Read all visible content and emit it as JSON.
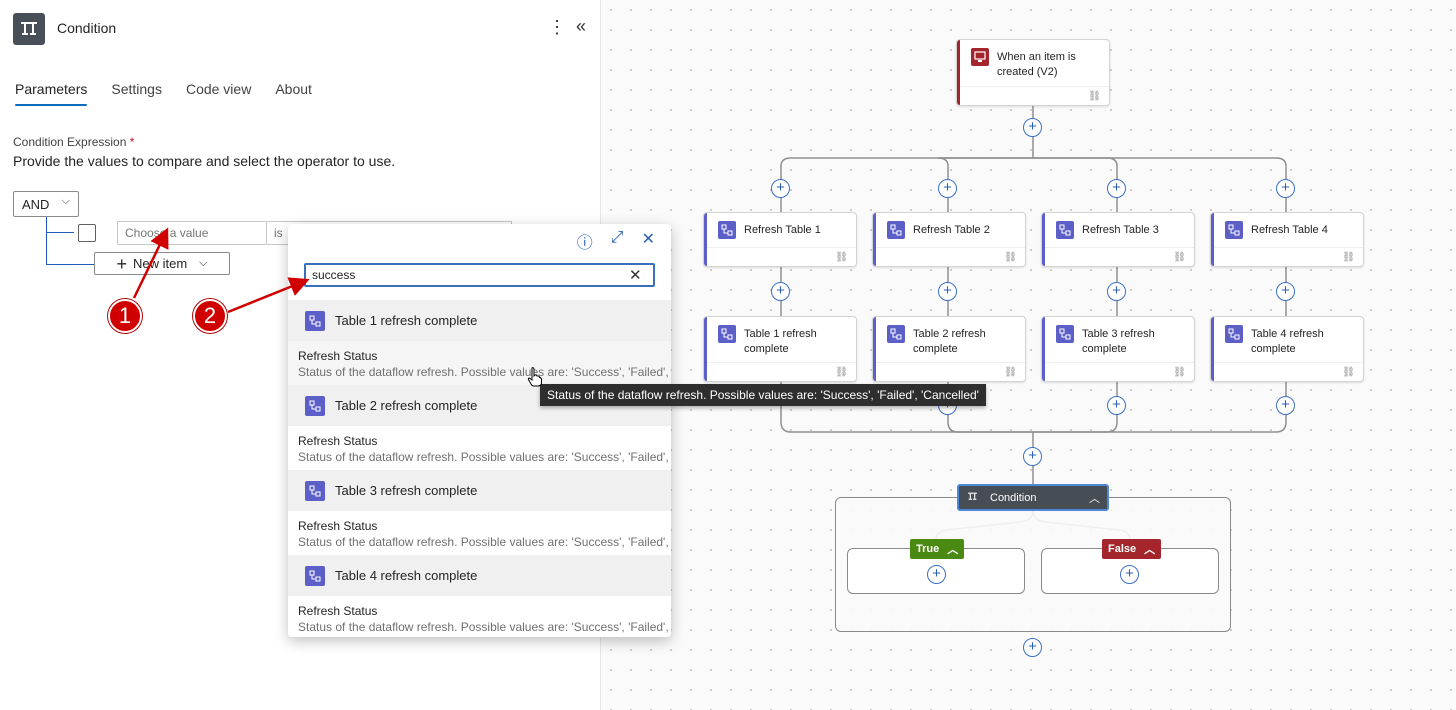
{
  "panel": {
    "title": "Condition",
    "more_icon": "more-vertical-icon",
    "collapse_icon": "chevron-double-left-icon",
    "tabs": [
      "Parameters",
      "Settings",
      "Code view",
      "About"
    ],
    "active_tab": "Parameters",
    "condition_label": "Condition Expression",
    "required_marker": "*",
    "description": "Provide the values to compare and select the operator to use.",
    "group_operator": "AND",
    "value_placeholder": "Choose a value",
    "operator_partial": "is",
    "new_item_label": "New item"
  },
  "popup": {
    "search_value": "success",
    "groups": [
      {
        "title": "Table 1 refresh complete",
        "item_title": "Refresh Status",
        "item_desc": "Status of the dataflow refresh. Possible values are: 'Success', 'Failed', 'C..."
      },
      {
        "title": "Table 2 refresh complete",
        "item_title": "Refresh Status",
        "item_desc": "Status of the dataflow refresh. Possible values are: 'Success', 'Failed', 'C..."
      },
      {
        "title": "Table 3 refresh complete",
        "item_title": "Refresh Status",
        "item_desc": "Status of the dataflow refresh. Possible values are: 'Success', 'Failed', 'C..."
      },
      {
        "title": "Table 4 refresh complete",
        "item_title": "Refresh Status",
        "item_desc": "Status of the dataflow refresh. Possible values are: 'Success', 'Failed', 'C..."
      }
    ],
    "tooltip": "Status of the dataflow refresh. Possible values are: 'Success', 'Failed', 'Cancelled'"
  },
  "flow": {
    "trigger": "When an item is created (V2)",
    "refresh_nodes": [
      "Refresh Table 1",
      "Refresh Table 2",
      "Refresh Table 3",
      "Refresh Table 4"
    ],
    "complete_nodes": [
      "Table 1 refresh complete",
      "Table 2 refresh complete",
      "Table 3 refresh complete",
      "Table 4 refresh complete"
    ],
    "condition_title": "Condition",
    "true_label": "True",
    "false_label": "False"
  },
  "annotations": [
    "1",
    "2"
  ],
  "colors": {
    "accent": "#0f6cbd",
    "trigger_red": "#a4262c",
    "dataflow_purple": "#5b5fc7",
    "true_green": "#4b8a12",
    "false_red": "#a4262c",
    "annotation_red": "#d00000"
  }
}
